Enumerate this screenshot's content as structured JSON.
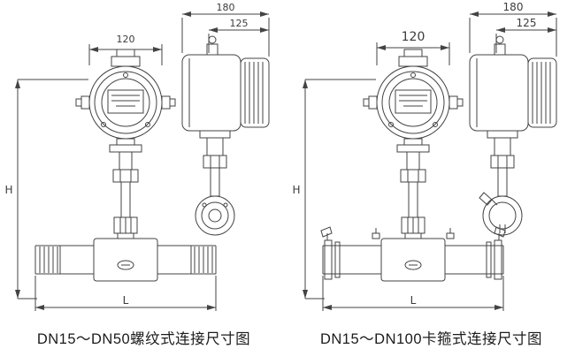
{
  "page": {
    "background": "#ffffff",
    "line_color": "#434343"
  },
  "diagrams": [
    {
      "id": "threaded",
      "caption": "DN15～DN50螺纹式连接尺寸图",
      "dimensions": {
        "head_width": "120",
        "side_overall": "180",
        "side_partial": "125",
        "height": "H",
        "length": "L"
      }
    },
    {
      "id": "clamp",
      "caption": "DN15～DN100卡箍式连接尺寸图",
      "dimensions": {
        "head_width": "120",
        "side_overall": "180",
        "side_partial": "125",
        "height": "H",
        "length": "L"
      }
    }
  ]
}
